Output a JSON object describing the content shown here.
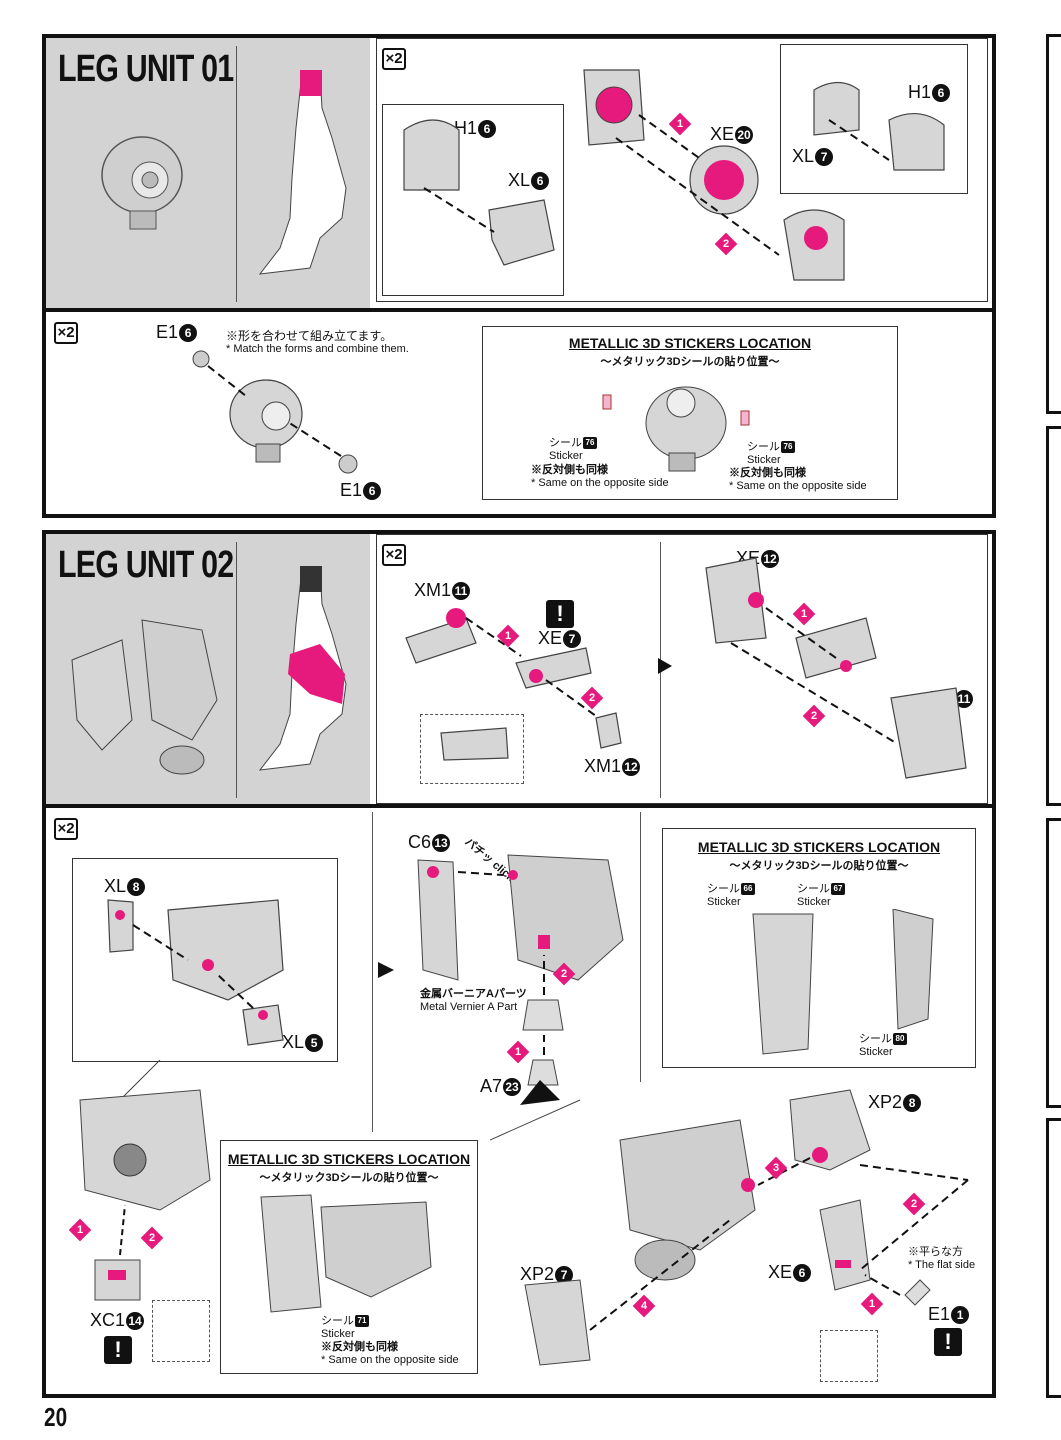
{
  "page_number": "20",
  "sections": {
    "leg1": {
      "title": "LEG UNIT 01",
      "step1": {
        "multiplier": "×2",
        "h1": "H1",
        "h1_num": "6",
        "xl": "XL",
        "xl_num": "6",
        "xe": "XE",
        "xe_num": "20",
        "h1b": "H1",
        "h1b_num": "6",
        "xlb": "XL",
        "xlb_num": "7",
        "steps": [
          "1",
          "2"
        ]
      },
      "step2": {
        "multiplier": "×2",
        "e1a": "E1",
        "e1a_num": "6",
        "e1b": "E1",
        "e1b_num": "6",
        "note_jp": "※形を合わせて組み立てます。",
        "note_en": "* Match the forms and combine them."
      },
      "stickers": {
        "title": "METALLIC 3D STICKERS LOCATION",
        "subtitle": "〜メタリック3Dシールの貼り位置〜",
        "left_jp": "シール",
        "left_en": "Sticker",
        "left_num": "76",
        "left_note_jp": "※反対側も同様",
        "left_note_en": "* Same on the opposite side",
        "right_jp": "シール",
        "right_en": "Sticker",
        "right_num": "76",
        "right_note_jp": "※反対側も同様",
        "right_note_en": "* Same on the opposite side"
      }
    },
    "leg2": {
      "title": "LEG UNIT 02",
      "step1": {
        "multiplier": "×2",
        "xm1a": "XM1",
        "xm1a_num": "11",
        "xe7": "XE",
        "xe7_num": "7",
        "xm1b": "XM1",
        "xm1b_num": "12",
        "xe12": "XE",
        "xe12_num": "12",
        "xe11": "XE",
        "xe11_num": "11",
        "steps": [
          "1",
          "2",
          "1",
          "2"
        ]
      },
      "step2": {
        "multiplier": "×2",
        "xl8": "XL",
        "xl8_num": "8",
        "xl5": "XL",
        "xl5_num": "5",
        "xc1": "XC1",
        "xc1_num": "14",
        "c6": "C6",
        "c6_num": "13",
        "click": "パチッ click!",
        "vernier_jp": "金属バーニアAパーツ",
        "vernier_en": "Metal Vernier A Part",
        "a7": "A7",
        "a7_num": "23",
        "xp2a": "XP2",
        "xp2a_num": "8",
        "xp2b": "XP2",
        "xp2b_num": "7",
        "xe6": "XE",
        "xe6_num": "6",
        "e1": "E1",
        "e1_num": "1",
        "flat_jp": "※平らな方",
        "flat_en": "* The flat side",
        "steps": [
          "1",
          "2",
          "2",
          "1",
          "3",
          "2",
          "4",
          "1"
        ]
      },
      "stickers_a": {
        "title": "METALLIC 3D STICKERS LOCATION",
        "subtitle": "〜メタリック3Dシールの貼り位置〜",
        "s1_jp": "シール",
        "s1_en": "Sticker",
        "s1_num": "66",
        "s2_jp": "シール",
        "s2_en": "Sticker",
        "s2_num": "67",
        "s3_jp": "シール",
        "s3_en": "Sticker",
        "s3_num": "80"
      },
      "stickers_b": {
        "title": "METALLIC 3D STICKERS LOCATION",
        "subtitle": "〜メタリック3Dシールの貼り位置〜",
        "s_jp": "シール",
        "s_en": "Sticker",
        "s_num": "71",
        "note_jp": "※反対側も同様",
        "note_en": "* Same on the opposite side"
      }
    }
  },
  "colors": {
    "accent": "#e6197d",
    "panel_gray": "#d3d3d3",
    "ink": "#111111"
  }
}
